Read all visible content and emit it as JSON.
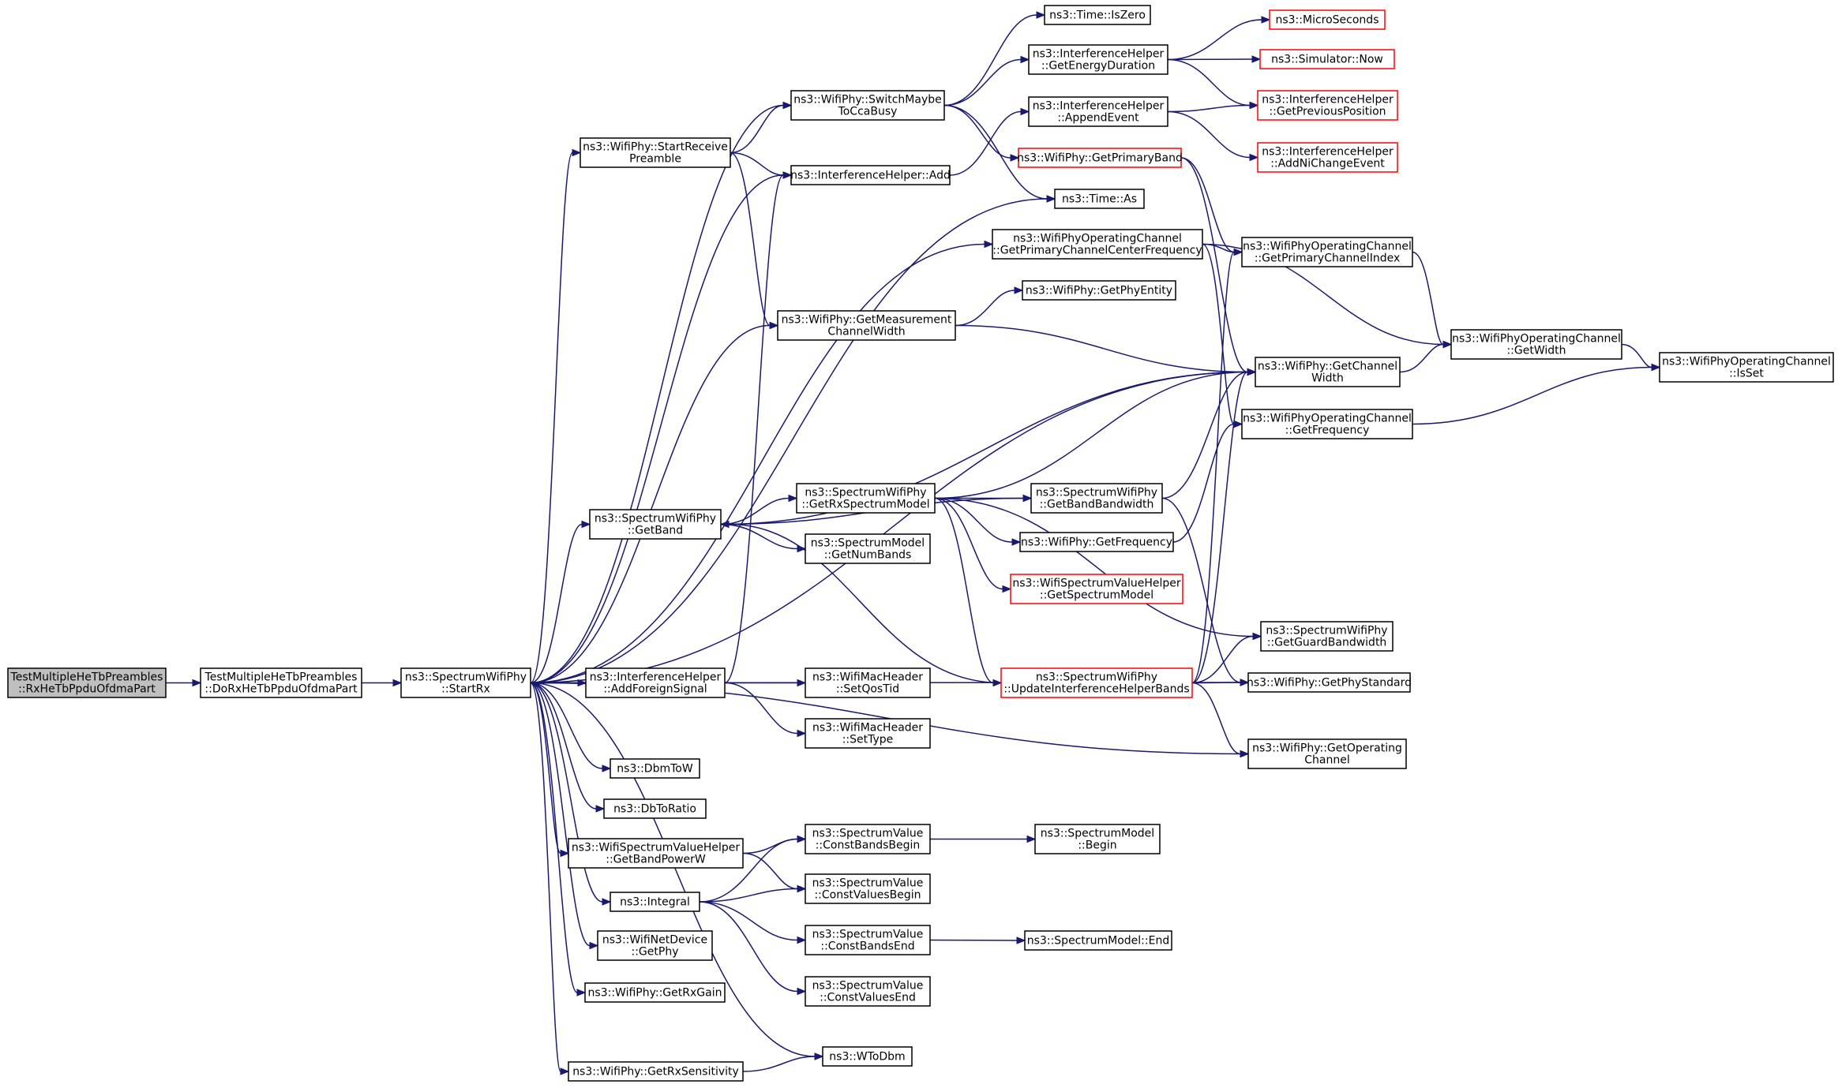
{
  "diagram": {
    "colors": {
      "edge": "#191970",
      "node_border": "#000000",
      "node_border_external": "#ff0000",
      "root_fill": "#bfbfbf"
    },
    "nodes": [
      {
        "id": "root",
        "lines": [
          "TestMultipleHeTbPreambles",
          "::RxHeTbPpduOfdmaPart"
        ],
        "style": "root"
      },
      {
        "id": "doRx",
        "lines": [
          "TestMultipleHeTbPreambles",
          "::DoRxHeTbPpduOfdmaPart"
        ]
      },
      {
        "id": "startRx",
        "lines": [
          "ns3::SpectrumWifiPhy",
          "::StartRx"
        ]
      },
      {
        "id": "startRecv",
        "lines": [
          "ns3::WifiPhy::StartReceive",
          "Preamble"
        ]
      },
      {
        "id": "switchCca",
        "lines": [
          "ns3::WifiPhy::SwitchMaybe",
          "ToCcaBusy"
        ]
      },
      {
        "id": "ihAdd",
        "lines": [
          "ns3::InterferenceHelper::Add"
        ]
      },
      {
        "id": "timeIsZero",
        "lines": [
          "ns3::Time::IsZero"
        ]
      },
      {
        "id": "ihEnergy",
        "lines": [
          "ns3::InterferenceHelper",
          "::GetEnergyDuration"
        ]
      },
      {
        "id": "ihAppend",
        "lines": [
          "ns3::InterferenceHelper",
          "::AppendEvent"
        ]
      },
      {
        "id": "primaryBand",
        "lines": [
          "ns3::WifiPhy::GetPrimaryBand"
        ],
        "style": "red"
      },
      {
        "id": "timeAs",
        "lines": [
          "ns3::Time::As"
        ]
      },
      {
        "id": "microSec",
        "lines": [
          "ns3::MicroSeconds"
        ],
        "style": "red"
      },
      {
        "id": "simNow",
        "lines": [
          "ns3::Simulator::Now"
        ],
        "style": "red"
      },
      {
        "id": "ihPrevPos",
        "lines": [
          "ns3::InterferenceHelper",
          "::GetPreviousPosition"
        ],
        "style": "red"
      },
      {
        "id": "ihAddNi",
        "lines": [
          "ns3::InterferenceHelper",
          "::AddNiChangeEvent"
        ],
        "style": "red"
      },
      {
        "id": "opPrimCenter",
        "lines": [
          "ns3::WifiPhyOperatingChannel",
          "::GetPrimaryChannelCenterFrequency"
        ]
      },
      {
        "id": "opPrimIdx",
        "lines": [
          "ns3::WifiPhyOperatingChannel",
          "::GetPrimaryChannelIndex"
        ]
      },
      {
        "id": "getPhyEntity",
        "lines": [
          "ns3::WifiPhy::GetPhyEntity"
        ]
      },
      {
        "id": "measCw",
        "lines": [
          "ns3::WifiPhy::GetMeasurement",
          "ChannelWidth"
        ]
      },
      {
        "id": "opGetWidth",
        "lines": [
          "ns3::WifiPhyOperatingChannel",
          "::GetWidth"
        ]
      },
      {
        "id": "phyChWidth",
        "lines": [
          "ns3::WifiPhy::GetChannel",
          "Width"
        ]
      },
      {
        "id": "opIsSet",
        "lines": [
          "ns3::WifiPhyOperatingChannel",
          "::IsSet"
        ]
      },
      {
        "id": "opFreq",
        "lines": [
          "ns3::WifiPhyOperatingChannel",
          "::GetFrequency"
        ]
      },
      {
        "id": "spGetBand",
        "lines": [
          "ns3::SpectrumWifiPhy",
          "::GetBand"
        ]
      },
      {
        "id": "spRxModel",
        "lines": [
          "ns3::SpectrumWifiPhy",
          "::GetRxSpectrumModel"
        ]
      },
      {
        "id": "spBandBw",
        "lines": [
          "ns3::SpectrumWifiPhy",
          "::GetBandBandwidth"
        ]
      },
      {
        "id": "phyFreq",
        "lines": [
          "ns3::WifiPhy::GetFrequency"
        ]
      },
      {
        "id": "smNumBands",
        "lines": [
          "ns3::SpectrumModel",
          "::GetNumBands"
        ]
      },
      {
        "id": "wsvhSpecModel",
        "lines": [
          "ns3::WifiSpectrumValueHelper",
          "::GetSpectrumModel"
        ],
        "style": "red"
      },
      {
        "id": "spGuardBw",
        "lines": [
          "ns3::SpectrumWifiPhy",
          "::GetGuardBandwidth"
        ]
      },
      {
        "id": "spUpdIh",
        "lines": [
          "ns3::SpectrumWifiPhy",
          "::UpdateInterferenceHelperBands"
        ],
        "style": "red"
      },
      {
        "id": "phyStd",
        "lines": [
          "ns3::WifiPhy::GetPhyStandard"
        ]
      },
      {
        "id": "phyOpCh",
        "lines": [
          "ns3::WifiPhy::GetOperating",
          "Channel"
        ]
      },
      {
        "id": "ihForeign",
        "lines": [
          "ns3::InterferenceHelper",
          "::AddForeignSignal"
        ]
      },
      {
        "id": "macQos",
        "lines": [
          "ns3::WifiMacHeader",
          "::SetQosTid"
        ]
      },
      {
        "id": "macType",
        "lines": [
          "ns3::WifiMacHeader",
          "::SetType"
        ]
      },
      {
        "id": "dbmToW",
        "lines": [
          "ns3::DbmToW"
        ]
      },
      {
        "id": "dbToRatio",
        "lines": [
          "ns3::DbToRatio"
        ]
      },
      {
        "id": "wsvhBandPow",
        "lines": [
          "ns3::WifiSpectrumValueHelper",
          "::GetBandPowerW"
        ]
      },
      {
        "id": "integral",
        "lines": [
          "ns3::Integral"
        ]
      },
      {
        "id": "svCBB",
        "lines": [
          "ns3::SpectrumValue",
          "::ConstBandsBegin"
        ]
      },
      {
        "id": "svCVB",
        "lines": [
          "ns3::SpectrumValue",
          "::ConstValuesBegin"
        ]
      },
      {
        "id": "svCBE",
        "lines": [
          "ns3::SpectrumValue",
          "::ConstBandsEnd"
        ]
      },
      {
        "id": "svCVE",
        "lines": [
          "ns3::SpectrumValue",
          "::ConstValuesEnd"
        ]
      },
      {
        "id": "smBegin",
        "lines": [
          "ns3::SpectrumModel",
          "::Begin"
        ]
      },
      {
        "id": "smEnd",
        "lines": [
          "ns3::SpectrumModel::End"
        ]
      },
      {
        "id": "netDevPhy",
        "lines": [
          "ns3::WifiNetDevice",
          "::GetPhy"
        ]
      },
      {
        "id": "rxGain",
        "lines": [
          "ns3::WifiPhy::GetRxGain"
        ]
      },
      {
        "id": "rxSens",
        "lines": [
          "ns3::WifiPhy::GetRxSensitivity"
        ]
      },
      {
        "id": "wToDbm",
        "lines": [
          "ns3::WToDbm"
        ]
      }
    ],
    "edges": [
      [
        "root",
        "doRx"
      ],
      [
        "doRx",
        "startRx"
      ],
      [
        "startRx",
        "startRecv"
      ],
      [
        "startRx",
        "switchCca"
      ],
      [
        "startRx",
        "ihAdd"
      ],
      [
        "startRx",
        "timeAs"
      ],
      [
        "startRx",
        "opPrimCenter"
      ],
      [
        "startRx",
        "measCw"
      ],
      [
        "startRx",
        "phyChWidth"
      ],
      [
        "startRx",
        "spGetBand"
      ],
      [
        "startRx",
        "ihForeign"
      ],
      [
        "startRx",
        "phyStd"
      ],
      [
        "startRx",
        "phyOpCh"
      ],
      [
        "startRx",
        "dbmToW"
      ],
      [
        "startRx",
        "dbToRatio"
      ],
      [
        "startRx",
        "wsvhBandPow"
      ],
      [
        "startRx",
        "integral"
      ],
      [
        "startRx",
        "netDevPhy"
      ],
      [
        "startRx",
        "rxGain"
      ],
      [
        "startRx",
        "rxSens"
      ],
      [
        "startRx",
        "wToDbm"
      ],
      [
        "startRecv",
        "switchCca"
      ],
      [
        "startRecv",
        "ihAdd"
      ],
      [
        "startRecv",
        "measCw"
      ],
      [
        "switchCca",
        "timeIsZero"
      ],
      [
        "switchCca",
        "ihEnergy"
      ],
      [
        "switchCca",
        "primaryBand"
      ],
      [
        "switchCca",
        "timeAs"
      ],
      [
        "ihAdd",
        "ihAppend"
      ],
      [
        "ihEnergy",
        "microSec"
      ],
      [
        "ihEnergy",
        "simNow"
      ],
      [
        "ihEnergy",
        "ihPrevPos"
      ],
      [
        "ihAppend",
        "ihPrevPos"
      ],
      [
        "ihAppend",
        "ihAddNi"
      ],
      [
        "primaryBand",
        "opPrimIdx"
      ],
      [
        "primaryBand",
        "phyChWidth"
      ],
      [
        "opPrimCenter",
        "opPrimIdx"
      ],
      [
        "opPrimCenter",
        "opGetWidth"
      ],
      [
        "opPrimCenter",
        "opFreq"
      ],
      [
        "opPrimIdx",
        "opGetWidth"
      ],
      [
        "measCw",
        "getPhyEntity"
      ],
      [
        "measCw",
        "phyChWidth"
      ],
      [
        "phyChWidth",
        "opGetWidth"
      ],
      [
        "opGetWidth",
        "opIsSet"
      ],
      [
        "opFreq",
        "opIsSet"
      ],
      [
        "spGetBand",
        "spRxModel"
      ],
      [
        "spGetBand",
        "smNumBands"
      ],
      [
        "spGetBand",
        "phyChWidth"
      ],
      [
        "spGetBand",
        "spBandBw"
      ],
      [
        "spRxModel",
        "phyChWidth"
      ],
      [
        "spRxModel",
        "spBandBw"
      ],
      [
        "spRxModel",
        "phyFreq"
      ],
      [
        "spRxModel",
        "wsvhSpecModel"
      ],
      [
        "spRxModel",
        "spGuardBw"
      ],
      [
        "spRxModel",
        "spUpdIh"
      ],
      [
        "spBandBw",
        "phyChWidth"
      ],
      [
        "spBandBw",
        "phyStd"
      ],
      [
        "phyFreq",
        "opFreq"
      ],
      [
        "spUpdIh",
        "spGetBand"
      ],
      [
        "spUpdIh",
        "phyChWidth"
      ],
      [
        "spUpdIh",
        "opPrimIdx"
      ],
      [
        "spUpdIh",
        "spGuardBw"
      ],
      [
        "spUpdIh",
        "phyStd"
      ],
      [
        "spUpdIh",
        "phyOpCh"
      ],
      [
        "ihForeign",
        "ihAdd"
      ],
      [
        "ihForeign",
        "macQos"
      ],
      [
        "ihForeign",
        "macType"
      ],
      [
        "wsvhBandPow",
        "svCBB"
      ],
      [
        "wsvhBandPow",
        "svCVB"
      ],
      [
        "integral",
        "svCBB"
      ],
      [
        "integral",
        "svCVB"
      ],
      [
        "integral",
        "svCBE"
      ],
      [
        "integral",
        "svCVE"
      ],
      [
        "svCBB",
        "smBegin"
      ],
      [
        "svCBE",
        "smEnd"
      ],
      [
        "rxSens",
        "wToDbm"
      ]
    ]
  }
}
